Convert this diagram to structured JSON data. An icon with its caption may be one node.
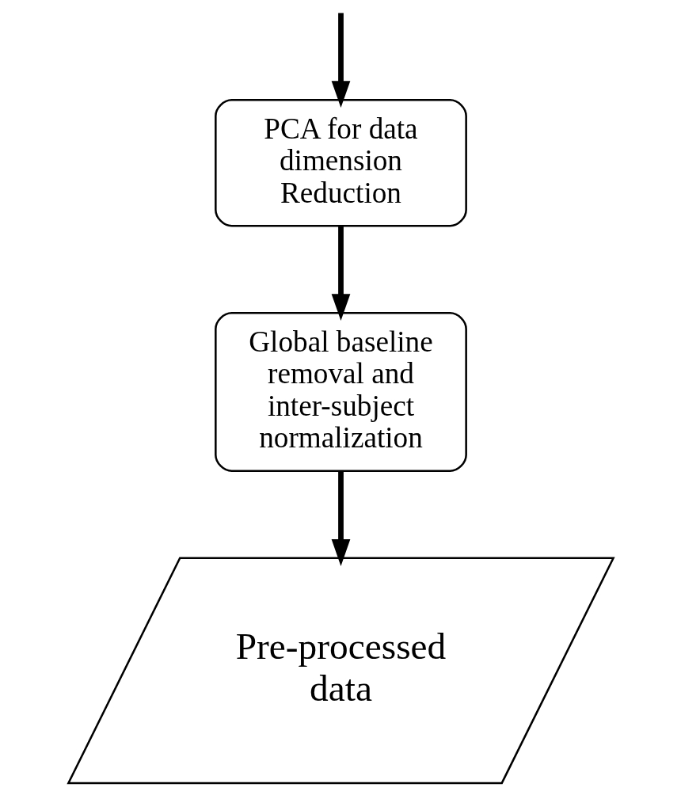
{
  "diagram": {
    "nodes": [
      {
        "text": [
          "PCA for data dimension Reduction"
        ]
      },
      {
        "text": [
          "Global baseline removal and inter-subject normalization"
        ]
      },
      {
        "text": [
          "Pre-processed data"
        ]
      }
    ],
    "edges": [
      {
        "from": null,
        "to": 0,
        "arrow": "to"
      },
      {
        "from": 0,
        "to": 1,
        "arrow": "to"
      },
      {
        "from": 1,
        "to": 2,
        "arrow": "to"
      }
    ]
  }
}
